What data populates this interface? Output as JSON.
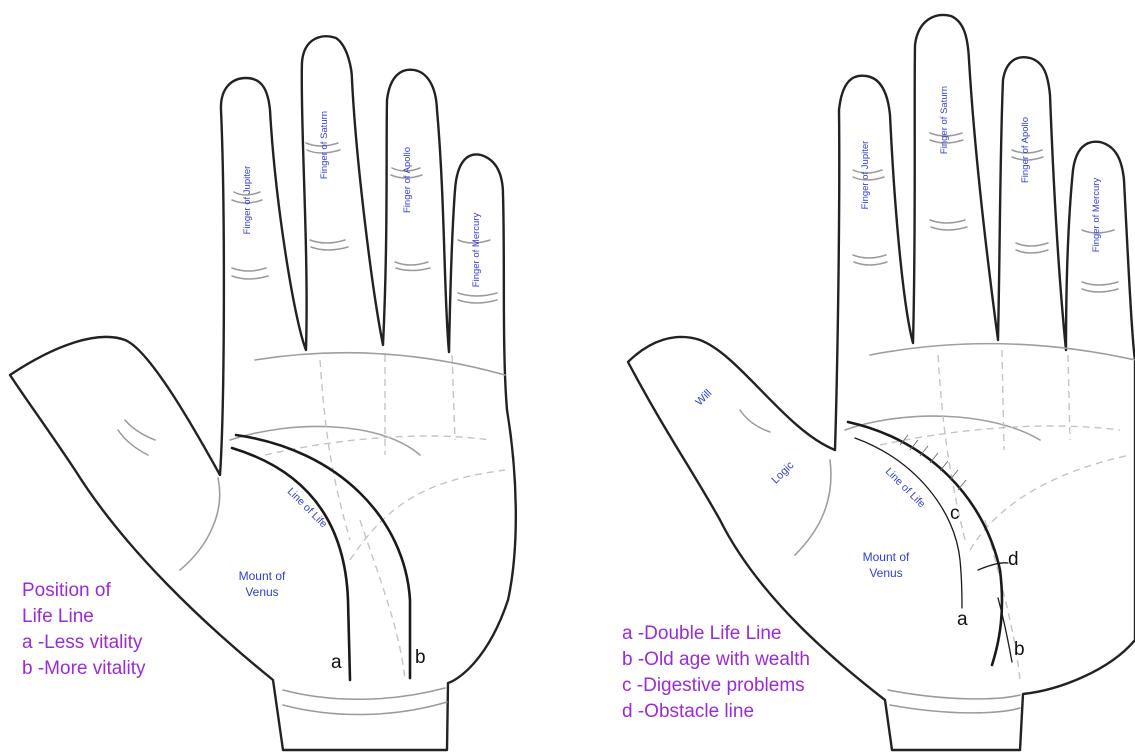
{
  "left_panel": {
    "fingers": [
      "Finger of Jupiter",
      "Finger of Saturn",
      "Finger of Apollo",
      "Finger of Mercury"
    ],
    "line_of_life": "Line of Life",
    "mount": [
      "Mount of",
      "Venus"
    ],
    "markers": [
      "a",
      "b"
    ],
    "legend": [
      "Position of",
      "Life Line",
      "a -Less vitality",
      "b -More vitality"
    ]
  },
  "right_panel": {
    "fingers": [
      "Finger of Jupiter",
      "Finger of Saturn",
      "Finger of Apollo",
      "Finger of Mercury"
    ],
    "thumb_labels": [
      "Will",
      "Logic"
    ],
    "line_of_life": "Line of Life",
    "mount": [
      "Mount of",
      "Venus"
    ],
    "markers": [
      "a",
      "b",
      "c",
      "d"
    ],
    "legend": [
      "a -Double Life Line",
      "b -Old age with wealth",
      "c -Digestive problems",
      "d -Obstacle line"
    ]
  },
  "colors": {
    "label_blue": "#2f3fd8",
    "legend_purple": "#9a2bd6",
    "outline": "#222222"
  }
}
